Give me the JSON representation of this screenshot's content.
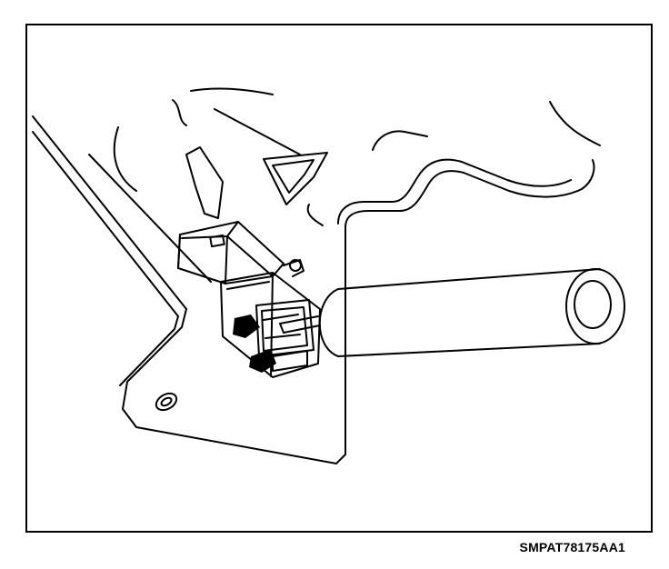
{
  "figure": {
    "code": "SMPAT78175AA1",
    "ink_color": "#000000",
    "background_color": "#ffffff",
    "components": [
      "mounting-bracket",
      "electrical-connector",
      "connector-lock-tab",
      "cylindrical-tool"
    ]
  }
}
